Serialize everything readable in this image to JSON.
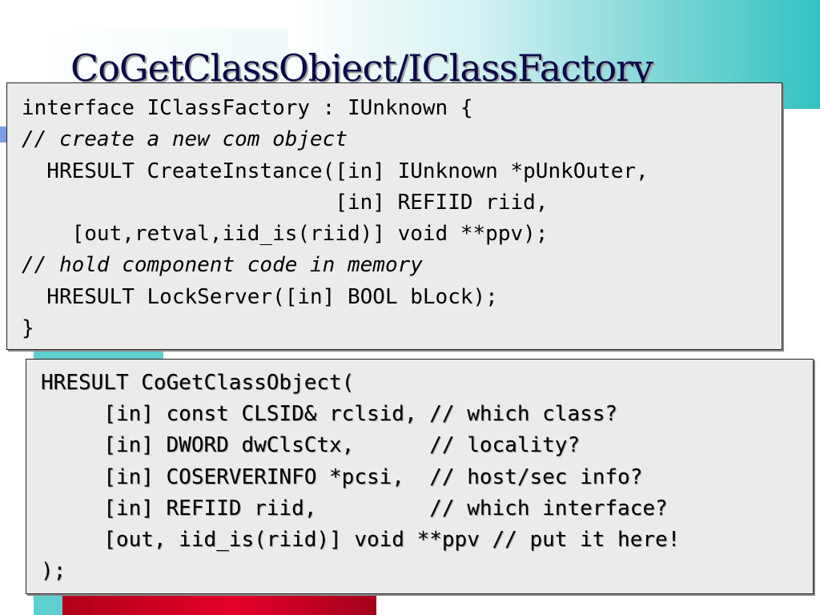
{
  "slide": {
    "title": "CoGetClassObject/IClassFactory"
  },
  "interface_block": {
    "lines": [
      {
        "text": "interface IClassFactory : IUnknown {",
        "kind": "code"
      },
      {
        "text": "// create a new com object",
        "kind": "comment"
      },
      {
        "text": "  HRESULT CreateInstance([in] IUnknown *pUnkOuter,",
        "kind": "code"
      },
      {
        "text": "                         [in] REFIID riid,",
        "kind": "code"
      },
      {
        "text": "    [out,retval,iid_is(riid)] void **ppv);",
        "kind": "code"
      },
      {
        "text": "// hold component code in memory",
        "kind": "comment"
      },
      {
        "text": "  HRESULT LockServer([in] BOOL bLock);",
        "kind": "code"
      },
      {
        "text": "}",
        "kind": "code"
      }
    ]
  },
  "cogetclassobject_block": {
    "lines": [
      {
        "text": "HRESULT CoGetClassObject("
      },
      {
        "text": "     [in] const CLSID& rclsid, // which class?"
      },
      {
        "text": "     [in] DWORD dwClsCtx,      // locality?"
      },
      {
        "text": "     [in] COSERVERINFO *pcsi,  // host/sec info?"
      },
      {
        "text": "     [in] REFIID riid,         // which interface?"
      },
      {
        "text": "     [out, iid_is(riid)] void **ppv // put it here!"
      },
      {
        "text": ");"
      }
    ]
  },
  "colors": {
    "title": "#0a0a4a",
    "panel_background": "#ebebeb",
    "teal_accent": "#5fd0cf",
    "red_accent": "#e3002a",
    "blue_accent": "#7e9ee8"
  }
}
